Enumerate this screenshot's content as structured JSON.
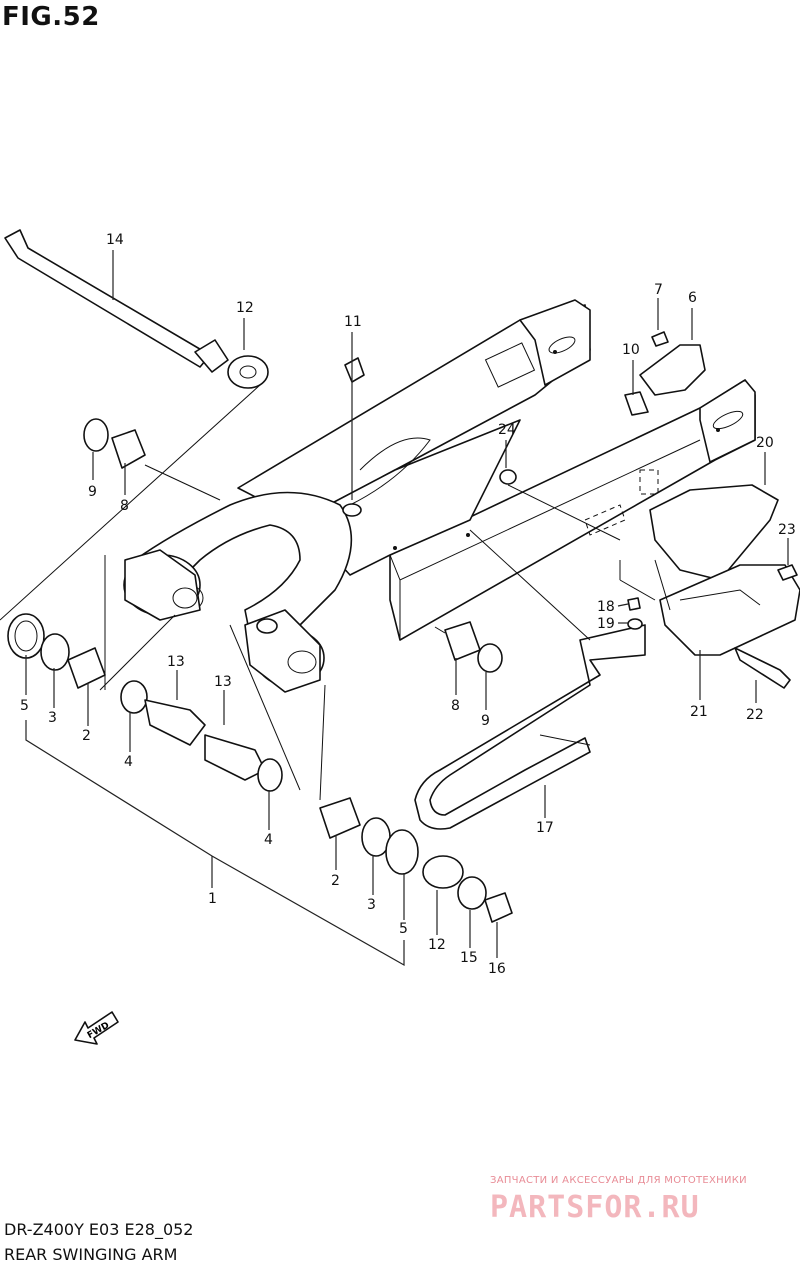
{
  "figure": {
    "title": "FIG.52",
    "model_code": "DR-Z400Y E03 E28_052",
    "caption": "REAR SWINGING ARM",
    "fwd_label": "FWD"
  },
  "watermark": {
    "subtitle": "ЗАПЧАСТИ И АКСЕССУАРЫ ДЛЯ МОТОТЕХНИКИ",
    "logo": "PARTSFOR.RU"
  },
  "callouts": [
    {
      "id": "c14",
      "label": "14"
    },
    {
      "id": "c12a",
      "label": "12"
    },
    {
      "id": "c11",
      "label": "11"
    },
    {
      "id": "c7",
      "label": "7"
    },
    {
      "id": "c6",
      "label": "6"
    },
    {
      "id": "c10",
      "label": "10"
    },
    {
      "id": "c24",
      "label": "24"
    },
    {
      "id": "c20",
      "label": "20"
    },
    {
      "id": "c23",
      "label": "23"
    },
    {
      "id": "c9a",
      "label": "9"
    },
    {
      "id": "c8a",
      "label": "8"
    },
    {
      "id": "c18",
      "label": "18"
    },
    {
      "id": "c19",
      "label": "19"
    },
    {
      "id": "c21",
      "label": "21"
    },
    {
      "id": "c22",
      "label": "22"
    },
    {
      "id": "c5a",
      "label": "5"
    },
    {
      "id": "c3a",
      "label": "3"
    },
    {
      "id": "c2a",
      "label": "2"
    },
    {
      "id": "c4a",
      "label": "4"
    },
    {
      "id": "c13a",
      "label": "13"
    },
    {
      "id": "c13b",
      "label": "13"
    },
    {
      "id": "c4b",
      "label": "4"
    },
    {
      "id": "c8b",
      "label": "8"
    },
    {
      "id": "c9b",
      "label": "9"
    },
    {
      "id": "c17",
      "label": "17"
    },
    {
      "id": "c1",
      "label": "1"
    },
    {
      "id": "c2b",
      "label": "2"
    },
    {
      "id": "c3b",
      "label": "3"
    },
    {
      "id": "c5b",
      "label": "5"
    },
    {
      "id": "c12b",
      "label": "12"
    },
    {
      "id": "c15",
      "label": "15"
    },
    {
      "id": "c16",
      "label": "16"
    }
  ]
}
